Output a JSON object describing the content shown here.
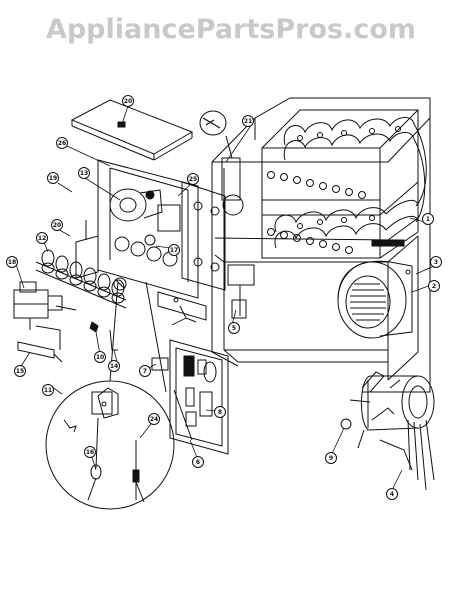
{
  "watermark": {
    "text": "AppliancePartsPros.com"
  },
  "callouts": [
    {
      "id": "c20",
      "label": "20"
    },
    {
      "id": "c26",
      "label": "26"
    },
    {
      "id": "c21",
      "label": "21"
    },
    {
      "id": "c19",
      "label": "19"
    },
    {
      "id": "c13",
      "label": "13"
    },
    {
      "id": "c25",
      "label": "25"
    },
    {
      "id": "c1",
      "label": "1"
    },
    {
      "id": "c20b",
      "label": "20"
    },
    {
      "id": "c18",
      "label": "18"
    },
    {
      "id": "c12",
      "label": "12"
    },
    {
      "id": "c17",
      "label": "17"
    },
    {
      "id": "c3",
      "label": "3"
    },
    {
      "id": "c2",
      "label": "2"
    },
    {
      "id": "c5",
      "label": "5"
    },
    {
      "id": "c10",
      "label": "10"
    },
    {
      "id": "c15",
      "label": "15"
    },
    {
      "id": "c14",
      "label": "14"
    },
    {
      "id": "c7",
      "label": "7"
    },
    {
      "id": "c11",
      "label": "11"
    },
    {
      "id": "c8",
      "label": "8"
    },
    {
      "id": "c6",
      "label": "6"
    },
    {
      "id": "c16",
      "label": "16"
    },
    {
      "id": "c24",
      "label": "24"
    },
    {
      "id": "c9",
      "label": "9"
    },
    {
      "id": "c4",
      "label": "4"
    }
  ]
}
